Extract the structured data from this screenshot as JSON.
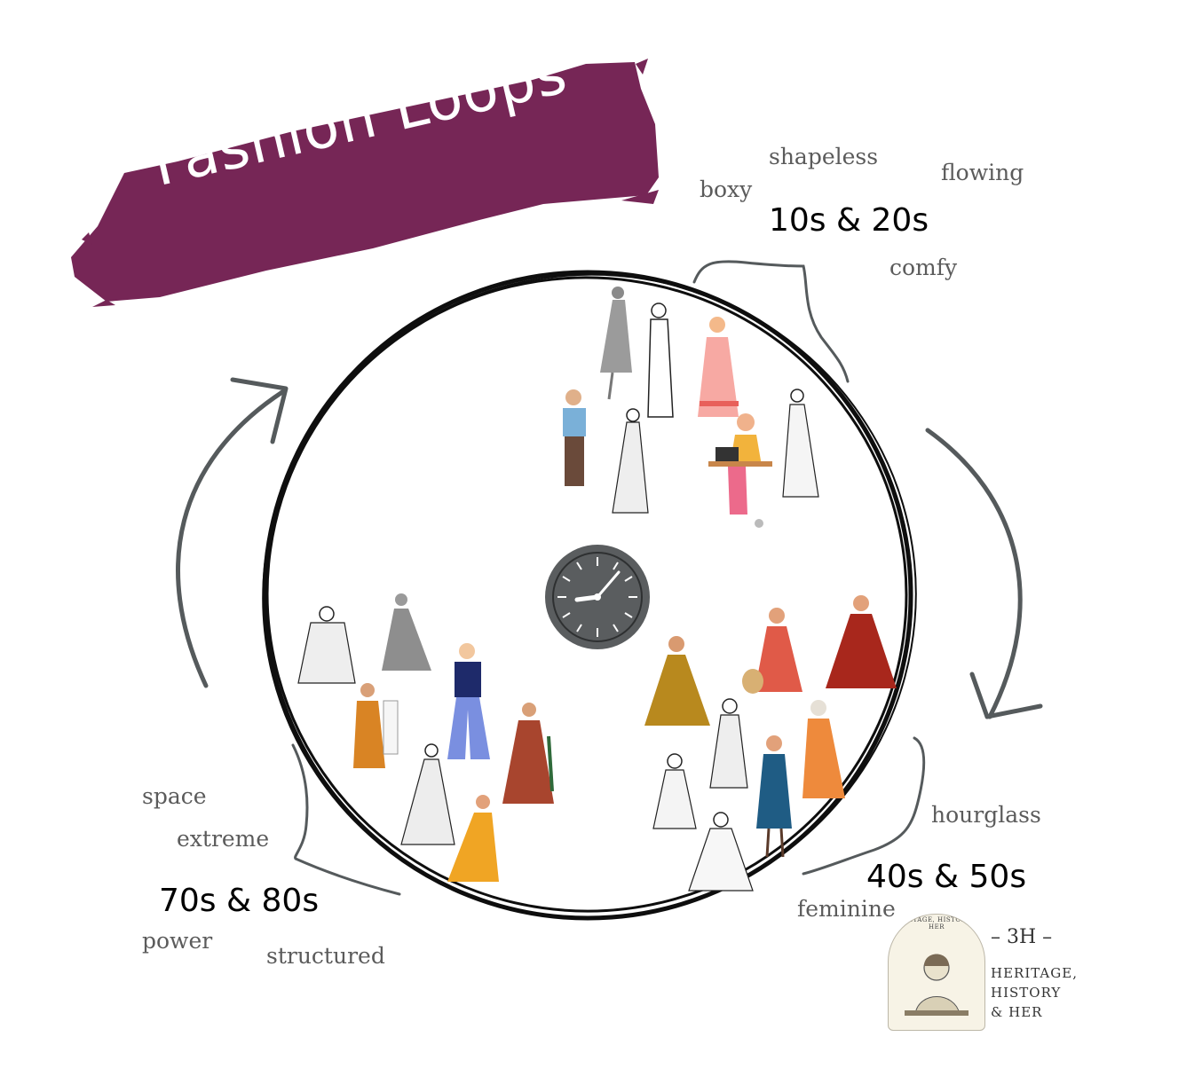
{
  "title": "Fashion Loops",
  "colors": {
    "banner": "#762656",
    "arrow": "#555a5c",
    "clock": "#5a5d5f",
    "ring": "#0e0e0e"
  },
  "eras": {
    "top": {
      "label": "10s & 20s",
      "words": [
        "shapeless",
        "flowing",
        "boxy",
        "comfy"
      ]
    },
    "right": {
      "label": "40s & 50s",
      "words": [
        "hourglass",
        "feminine"
      ]
    },
    "left": {
      "label": "70s & 80s",
      "words": [
        "space",
        "extreme",
        "power",
        "structured"
      ]
    }
  },
  "icons": {
    "center": "clock-icon",
    "cycle": "curved-arrow-icon",
    "figures": "fashion-figure-illustration"
  },
  "logo": {
    "mark": "– 3H –",
    "lines": [
      "HERITAGE,",
      "HISTORY",
      "& HER"
    ],
    "seal_text": "HERITAGE, HISTORY & HER"
  }
}
